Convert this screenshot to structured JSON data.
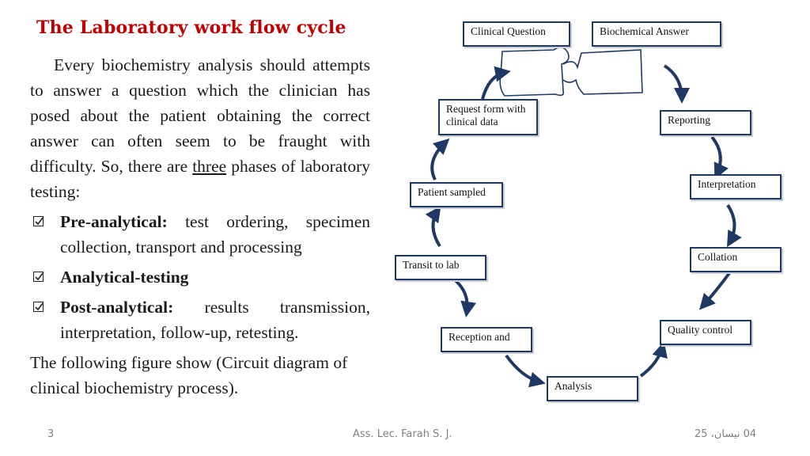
{
  "title": "The Laboratory work flow cycle",
  "intro": {
    "before": "Every biochemistry analysis should attempts to answer a question which the clinician has posed about the patient obtaining the correct answer can often seem to be fraught with difficulty. So, there are ",
    "underlined": "three",
    "after": " phases of laboratory testing:"
  },
  "phases": [
    {
      "label": "Pre-analytical:",
      "text": " test ordering, specimen collection, transport and processing"
    },
    {
      "label": "Analytical-testing",
      "text": ""
    },
    {
      "label": "Post-analytical:",
      "text": " results transmission, interpretation, follow-up, retesting."
    }
  ],
  "outro": "The following figure show (Circuit diagram of clinical biochemistry process).",
  "diagram": {
    "nodes": {
      "clinical_question": "Clinical Question",
      "biochemical_answer": "Biochemical Answer",
      "request_form": "Request form with clinical data",
      "reporting": "Reporting",
      "patient_sampled": "Patient sampled",
      "interpretation": "Interpretation",
      "transit_to_lab": "Transit to lab",
      "collation": "Collation",
      "reception": "Reception and",
      "quality_control": "Quality control",
      "analysis": "Analysis"
    },
    "line_color": "#1f3864",
    "arrow_color": "#1f3864"
  },
  "footer": {
    "page_number": "3",
    "author": "Ass. Lec. Farah S. J.",
    "date": "04 نيسان، 25"
  }
}
